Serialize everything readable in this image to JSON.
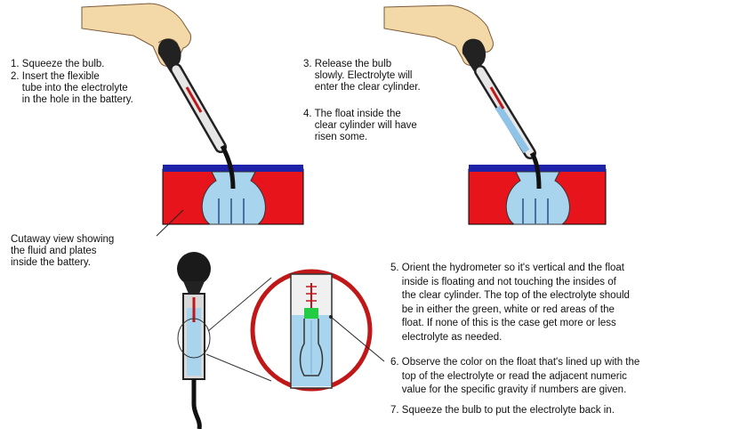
{
  "steps_left": {
    "step1": "1. Squeeze the bulb.",
    "step2_lines": [
      "2. Insert the flexible",
      "    tube into the electrolyte",
      "    in the hole in the battery."
    ]
  },
  "steps_right": {
    "step3_lines": [
      "3. Release the bulb",
      "    slowly. Electrolyte will",
      "    enter the clear cylinder."
    ],
    "step4_lines": [
      "4. The float inside the",
      "    clear cylinder will have",
      "    risen some."
    ]
  },
  "cutaway_lines": [
    "Cutaway view showing",
    "the fluid and plates",
    "inside the battery."
  ],
  "steps_bottom": {
    "step5_lines": [
      "5. Orient the hydrometer so it's vertical and the float",
      "    inside is floating and not touching the insides of",
      "    the clear cylinder. The top of the electrolyte should",
      "    be in either the green, white or red areas of the",
      "    float. If none of this is the case get more or less",
      "    electrolyte as needed."
    ],
    "step6_lines": [
      "6. Observe the color on the float that's lined up with the",
      "    top of the electrolyte or read the adjacent numeric",
      "    value for the specific gravity if numbers are given."
    ],
    "step7": "7. Squeeze the bulb to put the electrolyte back in."
  },
  "colors": {
    "battery_red": "#e8141c",
    "battery_top_blue": "#1e22a8",
    "electrolyte_blue": "#a8d4ee",
    "float_green": "#22cc44",
    "circle_red": "#c01818",
    "skin": "#f4d9a8"
  }
}
